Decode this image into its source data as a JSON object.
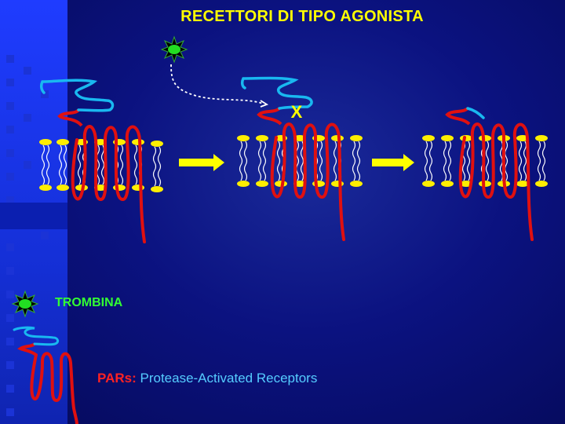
{
  "slide": {
    "title": "RECETTORI DI TIPO AGONISTA",
    "thrombin_label": "TROMBINA",
    "pars_abbrev": "PARs:",
    "pars_full": "Protease-Activated Receptors",
    "cleavage_mark": "X"
  },
  "colors": {
    "background": "#0b1280",
    "sidebar": "#1f3cff",
    "title": "#ffff00",
    "thrombin_label": "#33ff33",
    "receptor": "#e01010",
    "tether": "#19b8f0",
    "membrane_head": "#ffee00",
    "arrow": "#ffff00"
  },
  "icons": {
    "thrombin": "thrombin-star-icon",
    "arrow": "right-arrow-icon"
  }
}
